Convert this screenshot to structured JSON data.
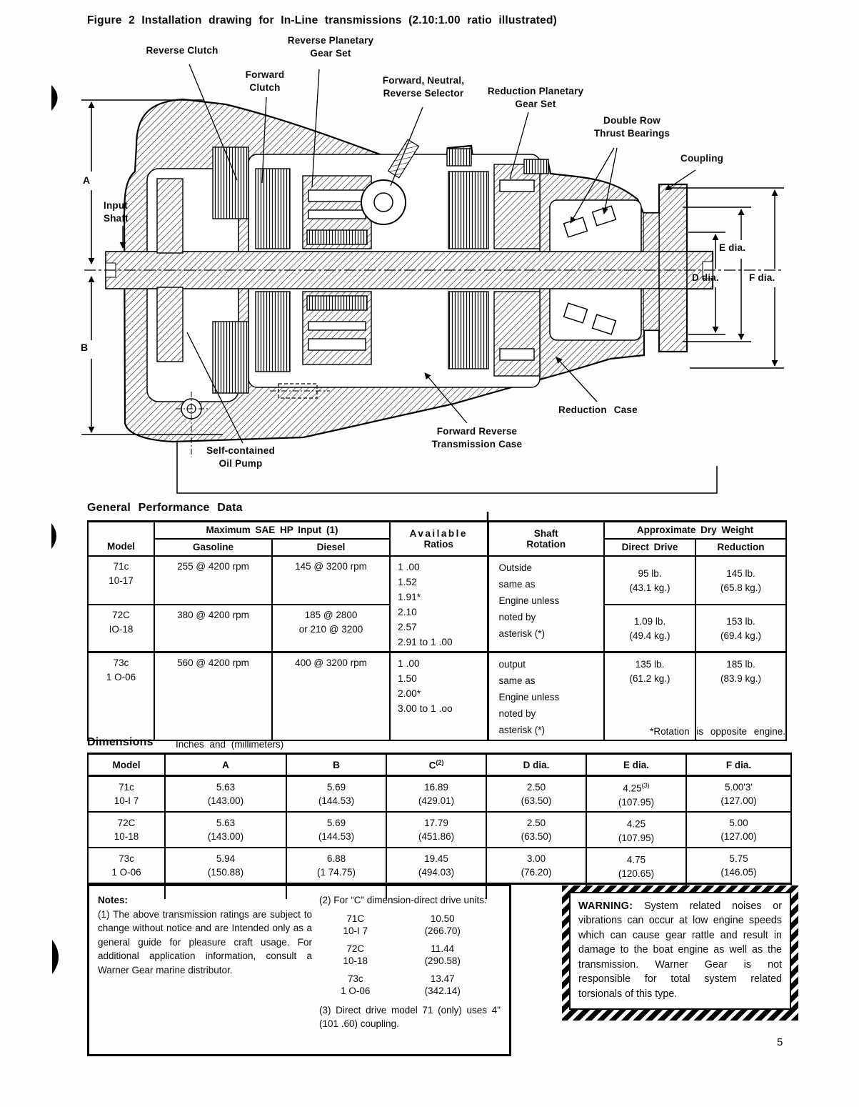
{
  "figure": {
    "title": "Figure 2 Installation drawing for In-Line transmissions (2.10:1.00 ratio illustrated)",
    "labels": {
      "reverse_clutch": "Reverse Clutch",
      "reverse_planetary": "Reverse Planetary\nGear Set",
      "forward_clutch": "Forward\nClutch",
      "fnr_selector": "Forward, Neutral,\nReverse Selector",
      "reduction_planetary": "Reduction Planetary\nGear Set",
      "double_row": "Double Row\nThrust Bearings",
      "coupling": "Coupling",
      "input_shaft": "Input\nShaft",
      "dim_a": "A",
      "dim_b": "B",
      "e_dia": "E dia.",
      "d_dia": "D dia.",
      "f_dia": "F dia.",
      "reduction_case": "Reduction Case",
      "fr_case": "Forward Reverse\nTransmission Case",
      "oil_pump": "Self-contained\nOil Pump"
    }
  },
  "performance": {
    "heading": "General Performance Data",
    "header": {
      "model": "Model",
      "max_hp": "Maximum SAE HP Input (1)",
      "gasoline": "Gasoline",
      "diesel": "Diesel",
      "ratios1": "Available",
      "ratios2": "Ratios",
      "rotation": "Shaft\nRotation",
      "weight": "Approximate Dry Weight",
      "direct": "Direct Drive",
      "reduction": "Reduction"
    },
    "rows": [
      {
        "model": "71c\n10-17",
        "gasoline": "255 @ 4200 rpm",
        "diesel": "145 @ 3200 rpm",
        "direct": "95 lb.\n(43.1 kg.)",
        "reduction": "145 lb.\n(65.8 kg.)"
      },
      {
        "model": "72C\nIO-18",
        "gasoline": "380 @ 4200 rpm",
        "diesel": "185 @ 2800\nor 210 @ 3200",
        "direct": "1.09 lb.\n(49.4 kg.)",
        "reduction": "153 lb.\n(69.4 kg.)"
      },
      {
        "model": "73c\n1 O-06",
        "gasoline": "560 @ 4200 rpm",
        "diesel": "400 @ 3200 rpm",
        "direct": "135 lb.\n(61.2 kg.)",
        "reduction": "185 lb.\n(83.9 kg.)"
      }
    ],
    "ratios_12": "1 .00\n1.52\n1.91*\n2.10\n2.57\n2.91 to 1 .00",
    "rotation_12": "Outside\nsame as\nEngine unless\nnoted by\nasterisk (*)",
    "ratios_3": "1 .00\n1.50\n2.00*\n3.00 to 1 .oo",
    "rotation_3": "output\nsame as\nEngine unless\nnoted by\nasterisk (*)",
    "footnote": "*Rotation is opposite engine."
  },
  "dimensions": {
    "heading": "Dimensions",
    "subheading": "Inches and (millimeters)",
    "header": {
      "model": "Model",
      "a": "A",
      "b": "B",
      "c": "C",
      "c_sup": "(2)",
      "d": "D dia.",
      "e": "E dia.",
      "f": "F dia."
    },
    "rows": [
      {
        "model": "71c\n10-I 7",
        "a": "5.63\n(143.00)",
        "b": "5.69\n(144.53)",
        "c": "16.89\n(429.01)",
        "d": "2.50\n(63.50)",
        "e": "4.25",
        "e_sup": "(3)",
        "e2": "(107.95)",
        "f": "5.00'3'\n(127.00)"
      },
      {
        "model": "72C\n10-18",
        "a": "5.63\n(143.00)",
        "b": "5.69\n(144.53)",
        "c": "17.79\n(451.86)",
        "d": "2.50\n(63.50)",
        "e": "4.25",
        "e_sup": "",
        "e2": "(107.95)",
        "f": "5.00\n(127.00)"
      },
      {
        "model": "73c\n1 O-06",
        "a": "5.94\n(150.88)",
        "b": "6.88\n(1 74.75)",
        "c": "19.45\n(494.03)",
        "d": "3.00\n(76.20)",
        "e": "4.75",
        "e_sup": "",
        "e2": "(120.65)",
        "f": "5.75\n(146.05)"
      }
    ]
  },
  "notes": {
    "title": "Notes:",
    "note1": "(1) The above transmission ratings are subject to change without notice and are Intended only as a general guide for pleasure craft usage. For additional application information, consult a Warner Gear marine distributor.",
    "note2_head": "(2) For “C” dimension-direct drive units:",
    "note2_rows": [
      {
        "model": "71C\n10-I 7",
        "value": "10.50\n(266.70)"
      },
      {
        "model": "72C\n10-18",
        "value": "11.44\n(290.58)"
      },
      {
        "model": "73c\n1 O-06",
        "value": "13.47\n(342.14)"
      }
    ],
    "note3": "(3) Direct drive model 71 (only) uses 4\" (101 .60) coupling."
  },
  "warning": {
    "title": "WARNING:",
    "body": "System related noises or vibrations can occur at low engine speeds which can cause gear rattle and result in damage to the boat engine as well as the transmission. Warner Gear is not responsible for total system related torsionals of this type."
  },
  "page": {
    "number": "5"
  }
}
